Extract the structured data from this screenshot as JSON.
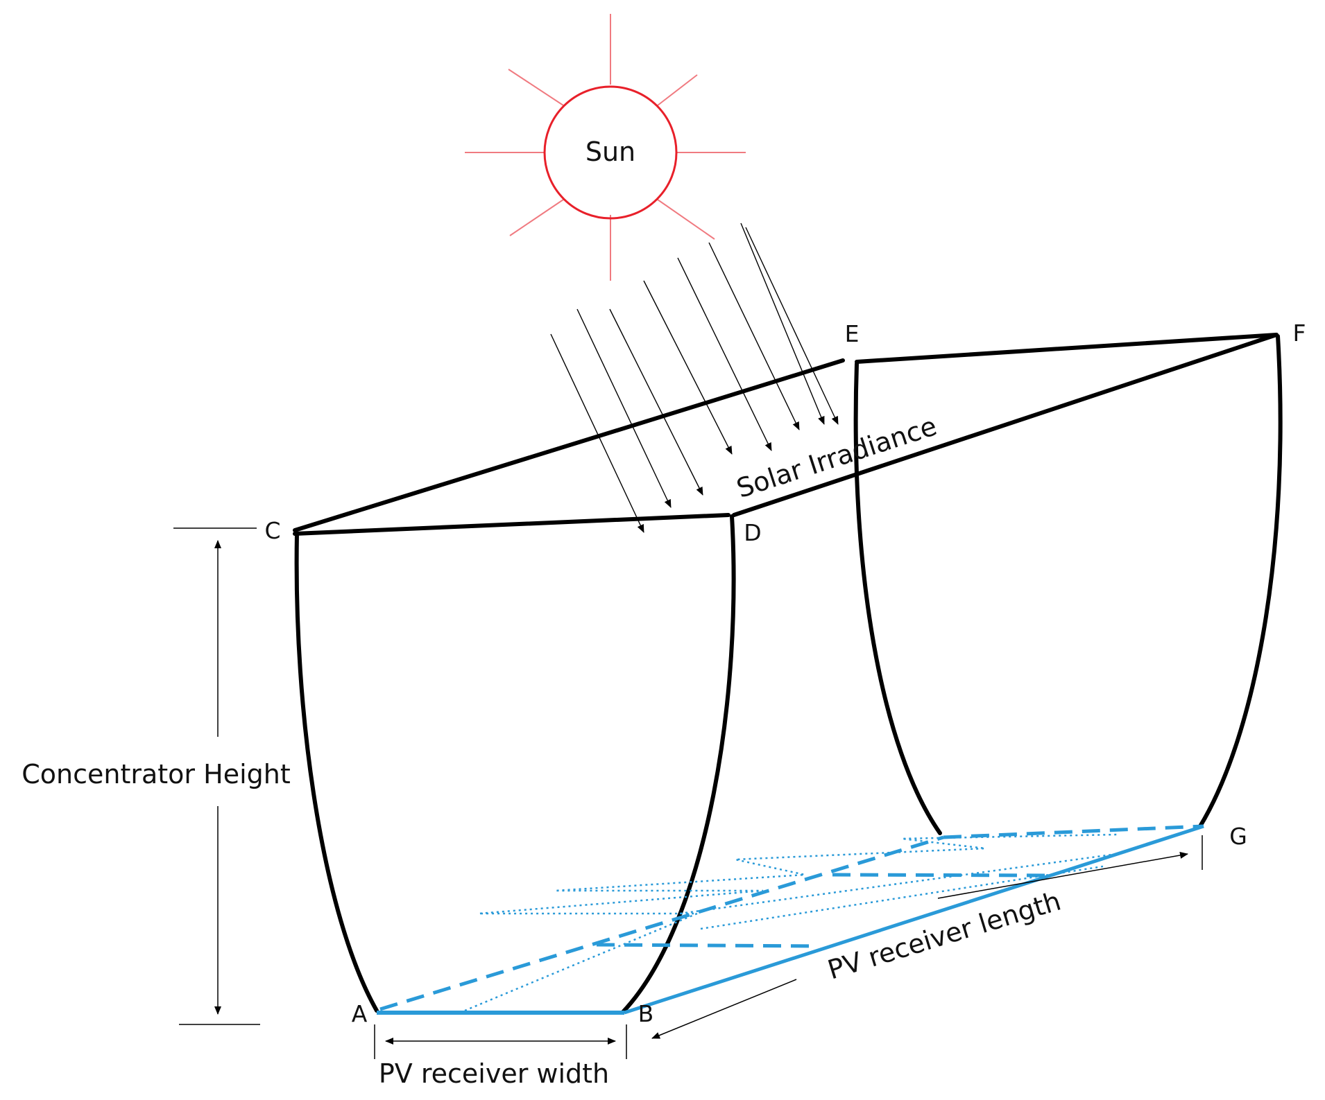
{
  "sun": {
    "label": "Sun",
    "color": "#e8202a",
    "ray_color": "#f07a80"
  },
  "irradiance": {
    "label": "Solar Irradiance"
  },
  "points": {
    "a": "A",
    "b": "B",
    "c": "C",
    "d": "D",
    "e": "E",
    "f": "F",
    "g": "G"
  },
  "dimensions": {
    "concentrator_height": "Concentrator Height",
    "receiver_width": "PV receiver width",
    "receiver_length": "PV receiver length"
  },
  "colors": {
    "outline": "#000000",
    "receiver": "#2a9ad8"
  }
}
